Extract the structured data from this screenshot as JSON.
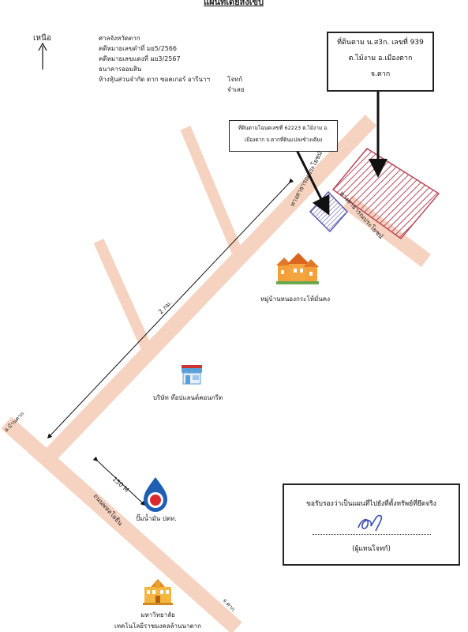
{
  "header": {
    "title": "แผนที่เดยสังเขป"
  },
  "north": {
    "label": "เหนือ"
  },
  "info": {
    "court": "ศาลจังหวัดตาก",
    "case_black": "คดีหมายเลขดำที่  มย5/2566",
    "case_red": "คดีหมายเลขแดงที่ มย3/2567",
    "plaintiff": "ธนาคารออมสิน",
    "plaintiff_role": "โจทก์",
    "defendant": "ห้างหุ้นส่วนจำกัด ตาก ซอคเกอร์ อารีนาฯ",
    "defendant_role": "จำเลย"
  },
  "main_parcel_box": {
    "line1": "ที่ดินตาม น.ส3ก. เลขที่ 939",
    "line2": "ต.ไม้งาม  อ.เมืองตาก",
    "line3": "จ.ตาก"
  },
  "neighbor_box": {
    "line1": "ที่ดินตามโฉนดเลขที่ 62223 ต.ไม้งาม  อ.",
    "line2": "เมืองตาก  จ.ตากที่ดินแปลงข้างเคียง"
  },
  "roads": {
    "road_a": "ทางสาธารณประโยชน์",
    "road_b": "ทางสาธารณประโยชน์",
    "ban_tak": "อ.บ้านตาก",
    "phahon": "ถนนพหลโยธิน",
    "to_tak": "จ.ตาก"
  },
  "distances": {
    "main": "2 กม.",
    "short": "150 M"
  },
  "landmarks": {
    "village": "หมู่บ้านหนองกระโห้มั่นคง",
    "company": "บริษัท ท๊อปแลนด์คอนกรีต",
    "gas": "ปั๊มน้ำมัน ปตท.",
    "university_line1": "มหาวิทยาลัย",
    "university_line2": "เทคโนโลยีราชมงคลล้านนาตาก"
  },
  "certify": {
    "statement": "ขอรับรองว่าเป็นแผนที่ไปยังที่ตั้งทรัพย์ที่ยึดจริง",
    "role": "(ผู้แทนโจทก์)"
  },
  "colors": {
    "road": "#f6d3c0",
    "parcel": "#b94a5a",
    "neighbor": "#5a5ab0",
    "ink": "#222222"
  }
}
